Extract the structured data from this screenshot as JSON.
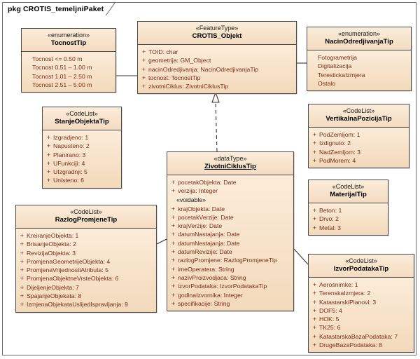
{
  "package": {
    "keyword": "pkg",
    "name": "CROTIS_temeljniPaket",
    "tab_label": "pkg CROTIS_temeljniPaket"
  },
  "diagram": {
    "type": "uml-class-diagram",
    "colors": {
      "box_fill": "#f6e2c8",
      "box_header_fill": "#f6ddc0",
      "box_border": "#4a4a4a",
      "attribute_text": "#7b2d18",
      "title_text": "#000000",
      "connector": "#333333",
      "canvas": "#ffffff"
    }
  },
  "classes": {
    "tocnost": {
      "stereotype": "«enumeration»",
      "name": "TocnostTip",
      "underline": false,
      "features": [
        {
          "vis": "",
          "text": "Tocnost <= 0.50 m"
        },
        {
          "vis": "",
          "text": "Tocnost 0.51 – 1.00 m"
        },
        {
          "vis": "",
          "text": "Tocnost 1.01 – 2.50 m"
        },
        {
          "vis": "",
          "text": "Tocnost 2.51 – 5.00 m"
        }
      ]
    },
    "crotis": {
      "stereotype": "«FeatureType»",
      "name": "CROTIS_Objekt",
      "underline": false,
      "features": [
        {
          "vis": "+",
          "text": "TOID: char"
        },
        {
          "vis": "+",
          "text": "geometrija: GM_Object"
        },
        {
          "vis": "+",
          "text": "nacinOdredjivanja: NacinOdredjivanjaTip"
        },
        {
          "vis": "+",
          "text": "tocnost: TocnostTip"
        },
        {
          "vis": "+",
          "text": "zivotniCiklus: ZivotniCiklusTip"
        }
      ]
    },
    "nacin": {
      "stereotype": "«enumeration»",
      "name": "NacinOdredjivanjaTip",
      "underline": false,
      "features": [
        {
          "vis": "",
          "text": "Fotogrametrija"
        },
        {
          "vis": "",
          "text": "Digitalizacija"
        },
        {
          "vis": "",
          "text": "TerestickaIzmjera"
        },
        {
          "vis": "",
          "text": "Ostalo"
        }
      ]
    },
    "stanje": {
      "stereotype": "«CodeList»",
      "name": "StanjeObjektaTip",
      "underline": false,
      "features": [
        {
          "vis": "+",
          "text": "Izgradjeno: 1"
        },
        {
          "vis": "+",
          "text": "Napusteno: 2"
        },
        {
          "vis": "+",
          "text": "Planirano: 3"
        },
        {
          "vis": "+",
          "text": "UFunkciji: 4"
        },
        {
          "vis": "+",
          "text": "UIzgradnji: 5"
        },
        {
          "vis": "+",
          "text": "Unisteno: 6"
        }
      ]
    },
    "vertikalna": {
      "stereotype": "«CodeList»",
      "name": "VertikalnaPozicijaTip",
      "underline": false,
      "features": [
        {
          "vis": "+",
          "text": "PodZemljom: 1"
        },
        {
          "vis": "+",
          "text": "Izdignuto: 2"
        },
        {
          "vis": "+",
          "text": "NadZemljom: 3"
        },
        {
          "vis": "+",
          "text": "PodMorem: 4"
        }
      ]
    },
    "zivotni": {
      "stereotype": "«dataType»",
      "name": "ZivotniCiklusTip",
      "underline": true,
      "features": [
        {
          "vis": "+",
          "text": "pocetakObjekta: Date"
        },
        {
          "vis": "+",
          "text": "verzija: Integer"
        },
        {
          "vis": "group",
          "text": "«voidable»"
        },
        {
          "vis": "+",
          "text": "krajObjekta: Date"
        },
        {
          "vis": "+",
          "text": "pocetakVerzije: Date"
        },
        {
          "vis": "+",
          "text": "krajVerzije: Date"
        },
        {
          "vis": "+",
          "text": "datumNastajanja: Date"
        },
        {
          "vis": "+",
          "text": "datumNestajanja: Date"
        },
        {
          "vis": "+",
          "text": "datumRevizije: Date"
        },
        {
          "vis": "+",
          "text": "razlogPromjene: RazlogPromjeneTip"
        },
        {
          "vis": "+",
          "text": "imeOperatera: String"
        },
        {
          "vis": "+",
          "text": "nazivProizvodjaca: String"
        },
        {
          "vis": "+",
          "text": "izvorPodataka: IzvorPodatakaTip"
        },
        {
          "vis": "+",
          "text": "godinaIzvornika: Integer"
        },
        {
          "vis": "+",
          "text": "specifikacije: String"
        }
      ]
    },
    "materijal": {
      "stereotype": "«CodeList»",
      "name": "MaterijalTip",
      "underline": false,
      "features": [
        {
          "vis": "+",
          "text": "Beton: 1"
        },
        {
          "vis": "+",
          "text": "Drvo: 2"
        },
        {
          "vis": "+",
          "text": "Metal: 3"
        }
      ]
    },
    "razlog": {
      "stereotype": "«CodeList»",
      "name": "RazlogPromjeneTip",
      "underline": false,
      "features": [
        {
          "vis": "+",
          "text": "KreiranjeObjekta: 1"
        },
        {
          "vis": "+",
          "text": "BrisanjeObjekta: 2"
        },
        {
          "vis": "+",
          "text": "RevizijaObjekta: 3"
        },
        {
          "vis": "+",
          "text": "PromjenaGeometrijeObjekta: 4"
        },
        {
          "vis": "+",
          "text": "PromjenaVrijednostiAtributa: 5"
        },
        {
          "vis": "+",
          "text": "PromjenaObjektneVrsteObjekta: 6"
        },
        {
          "vis": "+",
          "text": "DijeljenjeObjekta: 7"
        },
        {
          "vis": "+",
          "text": "SpajanjeObjekata: 8"
        },
        {
          "vis": "+",
          "text": "IzmjenaObjekataUslijedIspravljanja: 9"
        }
      ]
    },
    "izvor": {
      "stereotype": "«CodeList»",
      "name": "IzvorPodatakaTip",
      "underline": false,
      "features": [
        {
          "vis": "+",
          "text": "Aerosnimke: 1"
        },
        {
          "vis": "+",
          "text": "TerenskaIzmjera: 2"
        },
        {
          "vis": "+",
          "text": "KatastarskiPlanovi: 3"
        },
        {
          "vis": "+",
          "text": "DOF5: 4"
        },
        {
          "vis": "+",
          "text": "HOK: 5"
        },
        {
          "vis": "+",
          "text": "TK25: 6"
        },
        {
          "vis": "+",
          "text": "KatastarskaBazaPodataka: 7"
        },
        {
          "vis": "+",
          "text": "DrugeBazaPodataka: 8"
        }
      ]
    }
  },
  "connectors": [
    {
      "name": "tocnost-to-crotis",
      "kind": "association",
      "from": "TocnostTip",
      "to": "CROTIS_Objekt"
    },
    {
      "name": "crotis-to-nacin",
      "kind": "association",
      "from": "CROTIS_Objekt",
      "to": "NacinOdredjivanjaTip"
    },
    {
      "name": "zivotni-realizes-crotis",
      "kind": "realization",
      "from": "ZivotniCiklusTip",
      "to": "CROTIS_Objekt"
    },
    {
      "name": "razlog-to-zivotni",
      "kind": "association",
      "from": "RazlogPromjeneTip",
      "to": "ZivotniCiklusTip"
    },
    {
      "name": "zivotni-to-izvor",
      "kind": "association",
      "from": "ZivotniCiklusTip",
      "to": "IzvorPodatakaTip"
    }
  ]
}
